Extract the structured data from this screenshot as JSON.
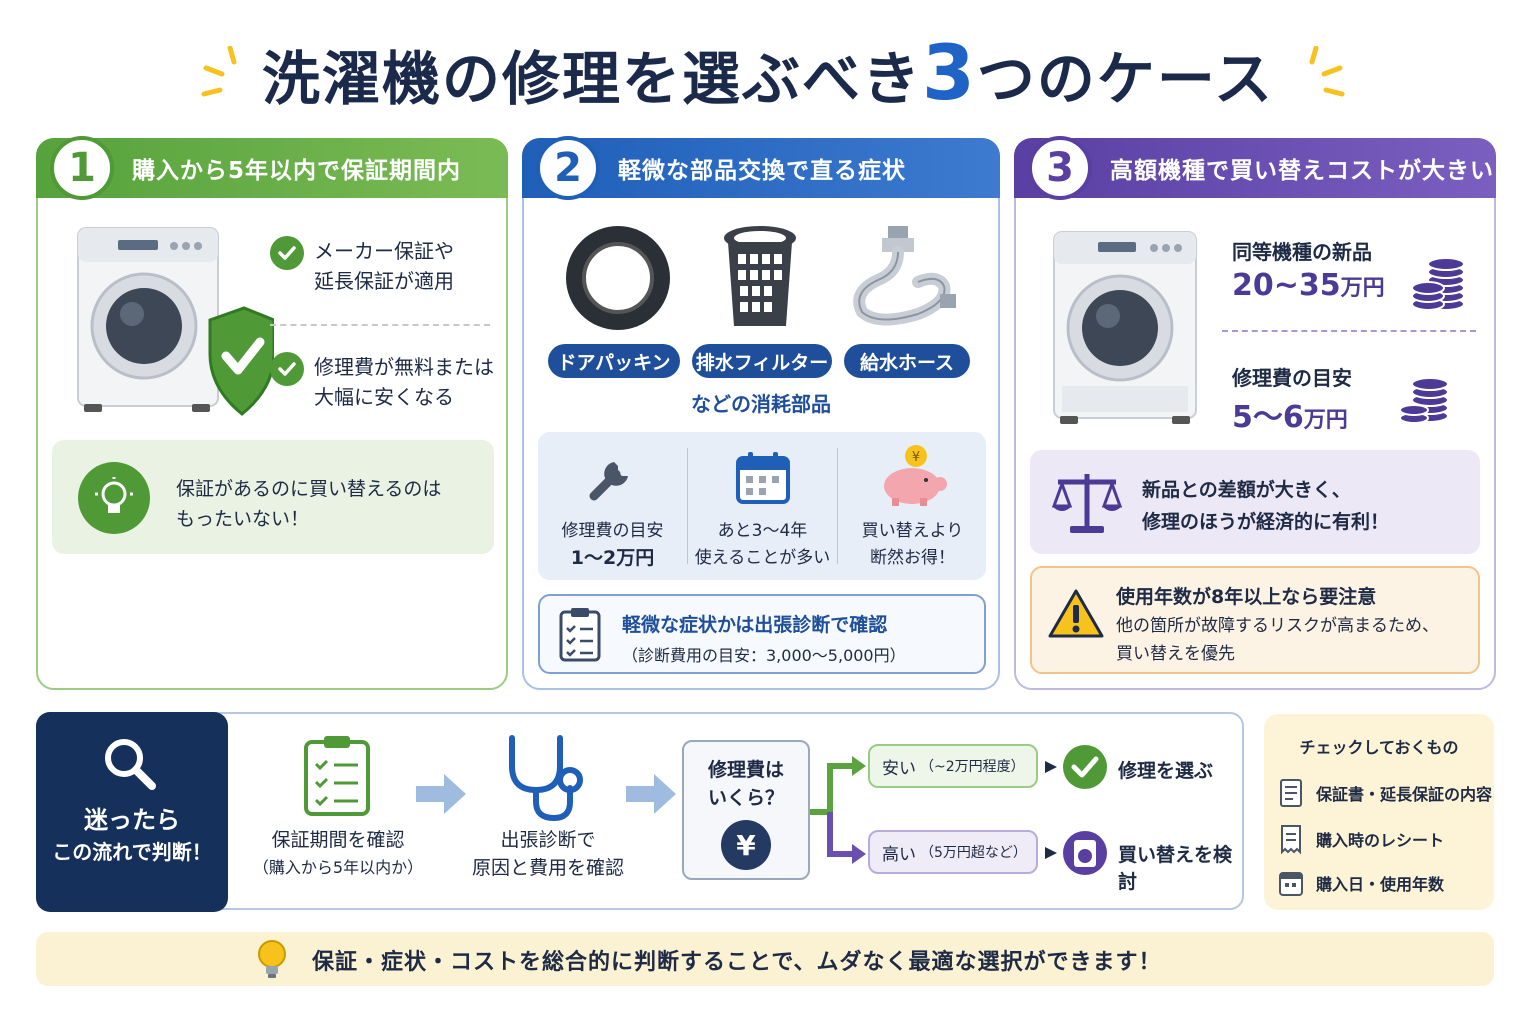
{
  "title": {
    "prefix": "洗濯機の修理を選ぶべき",
    "number": "3",
    "suffix": "つのケース"
  },
  "colors": {
    "green": "#4f9a37",
    "blue": "#1f5fb8",
    "purple": "#5a3fa3",
    "navy": "#16305c"
  },
  "case1": {
    "number": "1",
    "heading": "購入から5年以内で保証期間内",
    "items": [
      {
        "line1": "メーカー保証や",
        "line2": "延長保証が適用"
      },
      {
        "line1": "修理費が無料または",
        "line2": "大幅に安くなる"
      }
    ],
    "tip": {
      "line1": "保証があるのに買い替えるのは",
      "line2": "もったいない！"
    }
  },
  "case2": {
    "number": "2",
    "heading": "軽微な部品交換で直る症状",
    "parts": [
      "ドアパッキン",
      "排水フィルター",
      "給水ホース"
    ],
    "parts_note": "などの消耗部品",
    "info": [
      {
        "line1": "修理費の目安",
        "line2": "1～2万円"
      },
      {
        "line1": "あと3～4年",
        "line2": "使えることが多い"
      },
      {
        "line1": "買い替えより",
        "line2": "断然お得！"
      }
    ],
    "diagnosis": {
      "title": "軽微な症状かは出張診断で確認",
      "sub": "（診断費用の目安：3,000～5,000円）"
    }
  },
  "case3": {
    "number": "3",
    "heading": "高額機種で買い替えコストが大きい",
    "new_label": "同等機種の新品",
    "new_value": "20~35",
    "new_unit": "万円",
    "repair_label": "修理費の目安",
    "repair_value": "5～6",
    "repair_unit": "万円",
    "scale": {
      "line1": "新品との差額が大きく、",
      "line2": "修理のほうが経済的に有利！"
    },
    "warning": {
      "title": "使用年数が8年以上なら要注意",
      "line1": "他の箇所が故障するリスクが高まるため、",
      "line2": "買い替えを優先"
    }
  },
  "flow": {
    "lead1": "迷ったら",
    "lead2": "この流れで判断！",
    "step1": {
      "line1": "保証期間を確認",
      "line2": "（購入から5年以内か）"
    },
    "step2": {
      "line1": "出張診断で",
      "line2": "原因と費用を確認"
    },
    "question": {
      "line1": "修理費は",
      "line2": "いくら？",
      "icon": "¥"
    },
    "cheap": {
      "label": "安い",
      "note": "（~2万円程度）",
      "result": "修理を選ぶ"
    },
    "high": {
      "label": "高い",
      "note": "（5万円超など）",
      "result": "買い替えを検討"
    }
  },
  "checklist": {
    "title": "チェックしておくもの",
    "items": [
      "保証書・延長保証の内容",
      "購入時のレシート",
      "購入日・使用年数"
    ]
  },
  "banner": "保証・症状・コストを総合的に判断することで、ムダなく最適な選択ができます！"
}
